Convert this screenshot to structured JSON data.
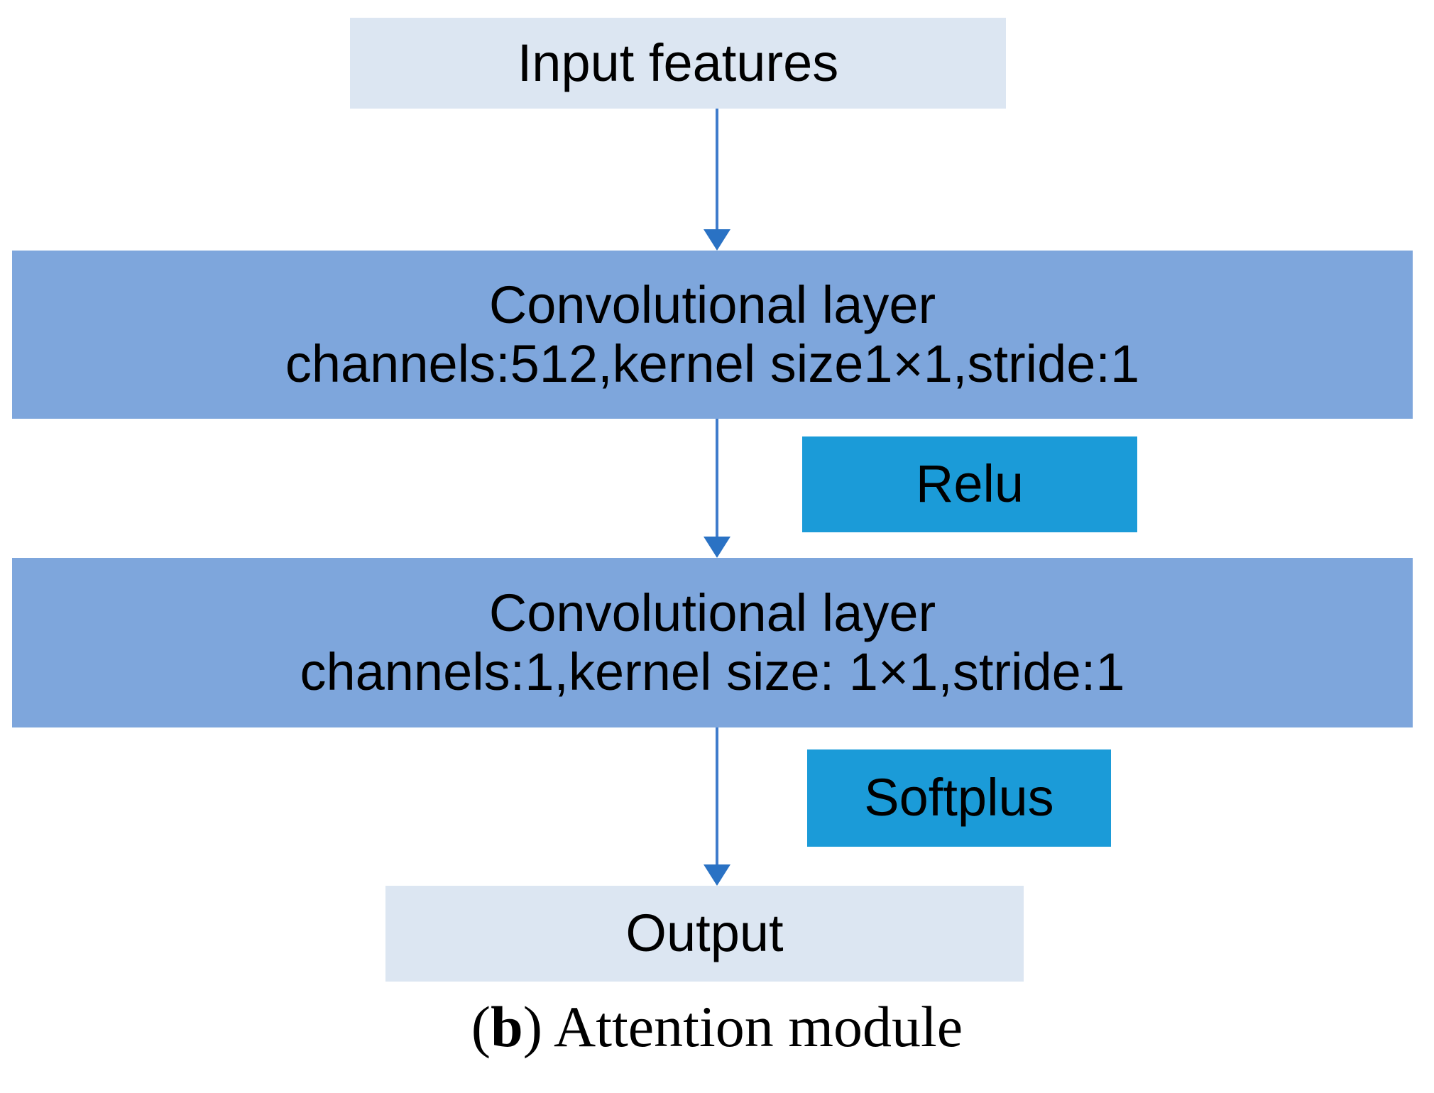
{
  "figure": {
    "caption_prefix_open": "(",
    "caption_label": "b",
    "caption_prefix_close": ") ",
    "caption_text": "Attention module"
  },
  "diagram": {
    "type": "flowchart",
    "orientation": "vertical",
    "nodes": [
      {
        "id": "input",
        "label": "Input features",
        "role": "io",
        "color": "#dce6f2"
      },
      {
        "id": "conv1",
        "line1": "Convolutional layer",
        "line2": "channels:512,kernel size1×1,stride:1",
        "role": "layer",
        "color": "#7ea6dc",
        "channels": "512",
        "kernel_size": "1×1",
        "stride": "1"
      },
      {
        "id": "relu",
        "label": "Relu",
        "role": "activation",
        "color": "#1b9bd8"
      },
      {
        "id": "conv2",
        "line1": "Convolutional layer",
        "line2": "channels:1,kernel size: 1×1,stride:1",
        "role": "layer",
        "color": "#7ea6dc",
        "channels": "1",
        "kernel_size": "1×1",
        "stride": "1"
      },
      {
        "id": "softplus",
        "label": "Softplus",
        "role": "activation",
        "color": "#1b9bd8"
      },
      {
        "id": "output",
        "label": "Output",
        "role": "io",
        "color": "#dce6f2"
      }
    ],
    "edges": [
      {
        "from": "input",
        "to": "conv1",
        "arrow": "down",
        "color": "#3f7ccc"
      },
      {
        "from": "conv1",
        "to": "conv2",
        "arrow": "down",
        "color": "#3f7ccc"
      },
      {
        "from": "conv2",
        "to": "output",
        "arrow": "down",
        "color": "#3f7ccc"
      }
    ]
  }
}
